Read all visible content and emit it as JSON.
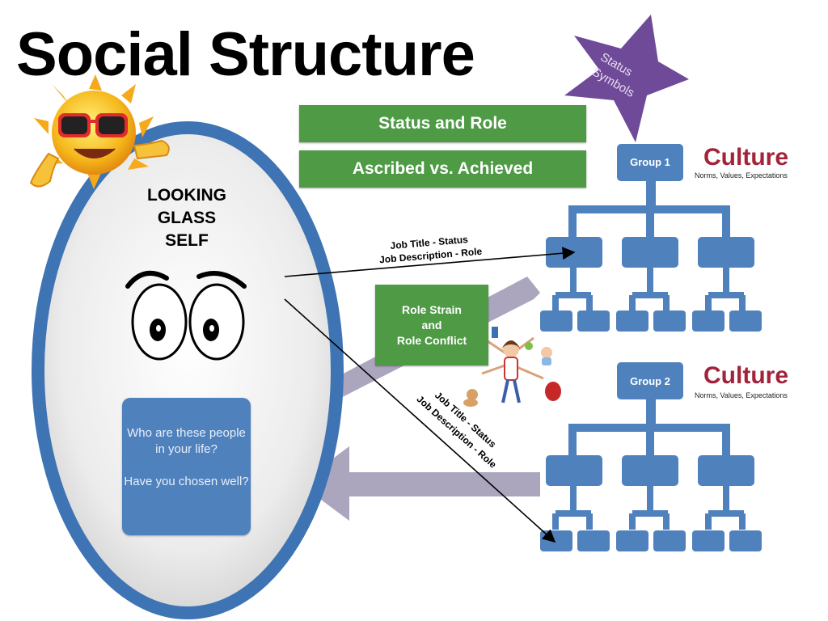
{
  "title": "Social Structure",
  "star_label_line1": "Status",
  "star_label_line2": "Symbols",
  "boxes": {
    "status_role": "Status and Role",
    "ascribed_achieved": "Ascribed vs. Achieved",
    "role_strain_line1": "Role Strain",
    "role_strain_line2": "and",
    "role_strain_line3": "Role Conflict"
  },
  "looking_glass": [
    "LOOKING",
    "GLASS",
    "SELF"
  ],
  "who_box": {
    "line1": "Who are these people in your life?",
    "line2": "Have you chosen well?"
  },
  "arrow_top": {
    "line1": "Job Title - Status",
    "line2": "Job Description - Role"
  },
  "arrow_bottom": {
    "line1": "Job Title - Status",
    "line2": "Job Description - Role"
  },
  "group1": {
    "label": "Group 1",
    "culture": "Culture",
    "sub": "Norms, Values, Expectations"
  },
  "group2": {
    "label": "Group 2",
    "culture": "Culture",
    "sub": "Norms, Values, Expectations"
  },
  "colors": {
    "green_box": "#4e9a45",
    "org_blue": "#4f81bd",
    "ellipse_border": "#3e74b4",
    "culture_red": "#a3233a",
    "star_purple": "#6f4a98",
    "big_arrow": "#9890b0"
  }
}
